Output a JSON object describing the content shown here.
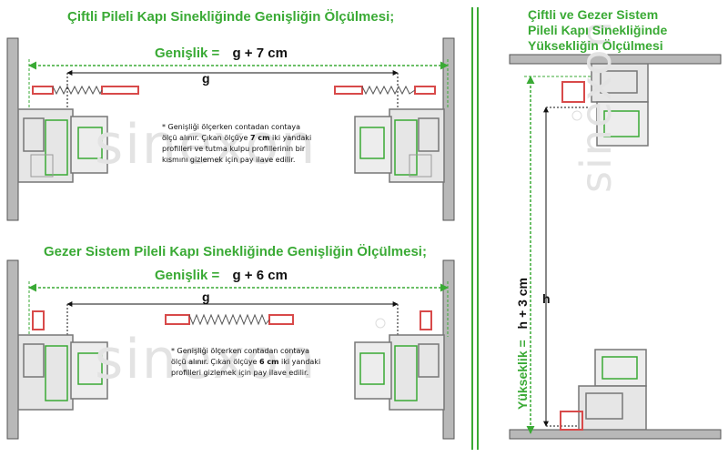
{
  "brand": {
    "watermark": "sinexon"
  },
  "colors": {
    "green": "#3aaa35",
    "wall": "#b8b8b8",
    "profile": "#9a9a9a",
    "red": "#d84a4a",
    "dark": "#111111"
  },
  "section1": {
    "title": "Çiftli Pileli Kapı Sinekliğinde Genişliğin Ölçülmesi;",
    "formula_label": "Genişlik =",
    "formula_value": "g + 7 cm",
    "g_label": "g",
    "note_line1": "* Genişliği ölçerken contadan contaya",
    "note_line2_pre": "ölçü alınır. Çıkan ölçüye",
    "note_line2_bold": "7 cm",
    "note_line2_post": "iki yandaki",
    "note_line3": "profilleri ve tutma kulpu profillerinin bir",
    "note_line4": "kısmını gizlemek için pay ilave edilir."
  },
  "section2": {
    "title": "Gezer Sistem Pileli Kapı Sinekliğinde Genişliğin Ölçülmesi;",
    "formula_label": "Genişlik =",
    "formula_value": "g + 6 cm",
    "g_label": "g",
    "note_line1": "* Genişliği ölçerken contadan contaya",
    "note_line2_pre": "ölçü alınır. Çıkan ölçüye",
    "note_line2_bold": "6 cm",
    "note_line2_post": "iki yandaki",
    "note_line3": "profilleri gizlemek için pay ilave edilir."
  },
  "section3": {
    "title_line1": "Çiftli ve Gezer Sistem",
    "title_line2": "Pileli Kapı Sinekliğinde",
    "title_line3": "Yüksekliğin Ölçülmesi",
    "formula_label": "Yükseklik =",
    "formula_value": "h + 3 cm",
    "h_label": "h"
  },
  "icons": [
    "door-frame-profile-icon",
    "pleat-spring-icon",
    "registered-mark-icon",
    "bug-watermark-icon"
  ]
}
